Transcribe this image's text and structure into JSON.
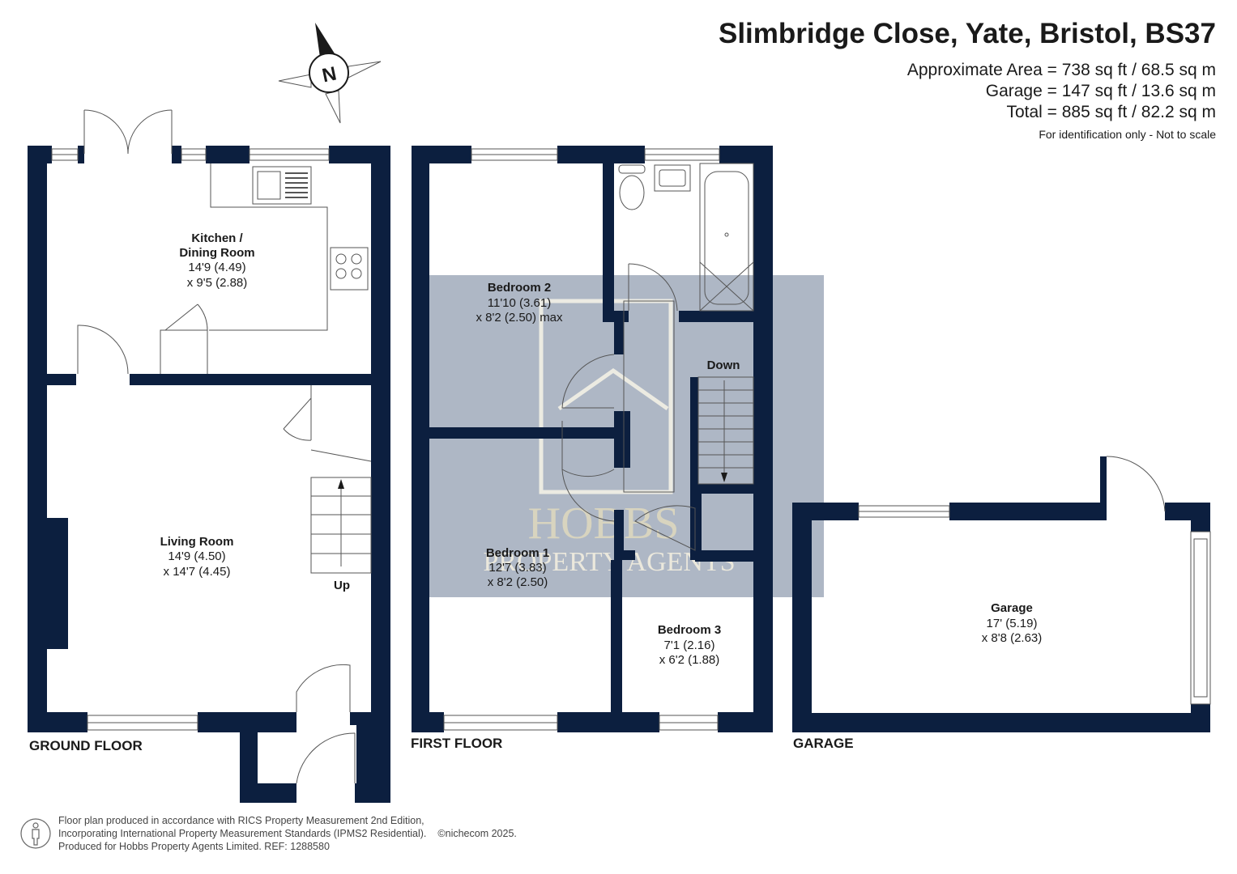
{
  "header": {
    "title": "Slimbridge Close, Yate, Bristol, BS37",
    "area_lines": [
      "Approximate Area = 738 sq ft / 68.5 sq m",
      "Garage = 147 sq ft / 13.6 sq m",
      "Total = 885 sq ft / 82.2 sq m"
    ],
    "note": "For identification only - Not to scale"
  },
  "compass": {
    "icon": "compass-north-icon",
    "letter": "N"
  },
  "floors": {
    "ground": "GROUND FLOOR",
    "first": "FIRST FLOOR",
    "garage": "GARAGE"
  },
  "rooms": {
    "kitchen": {
      "name_line1": "Kitchen /",
      "name_line2": "Dining Room",
      "dim1": "14'9 (4.49)",
      "dim2": "x 9'5 (2.88)"
    },
    "living": {
      "name": "Living Room",
      "dim1": "14'9 (4.50)",
      "dim2": "x 14'7 (4.45)"
    },
    "bedroom2": {
      "name": "Bedroom 2",
      "dim1": "11'10 (3.61)",
      "dim2": "x 8'2 (2.50) max"
    },
    "bedroom1": {
      "name": "Bedroom 1",
      "dim1": "12'7 (3.83)",
      "dim2": "x 8'2 (2.50)"
    },
    "bedroom3": {
      "name": "Bedroom 3",
      "dim1": "7'1 (2.16)",
      "dim2": "x 6'2 (1.88)"
    },
    "garage": {
      "name": "Garage",
      "dim1": "17' (5.19)",
      "dim2": "x 8'8 (2.63)"
    }
  },
  "stairs": {
    "up": "Up",
    "down": "Down"
  },
  "watermark": {
    "line1": "HOBBS",
    "line2": "PROPERTY AGENTS"
  },
  "footer": {
    "line1": "Floor plan produced in accordance with RICS Property Measurement 2nd Edition,",
    "line2": "Incorporating International Property Measurement Standards (IPMS2 Residential).",
    "copyright": "©nichecom 2025.",
    "line3": "Produced for Hobbs Property Agents Limited.   REF:  1288580"
  },
  "colors": {
    "wall": "#0c1f3f",
    "watermark_box": "#aeb7c5",
    "watermark_text": "#d8d4bf",
    "fixture": "#555555"
  }
}
